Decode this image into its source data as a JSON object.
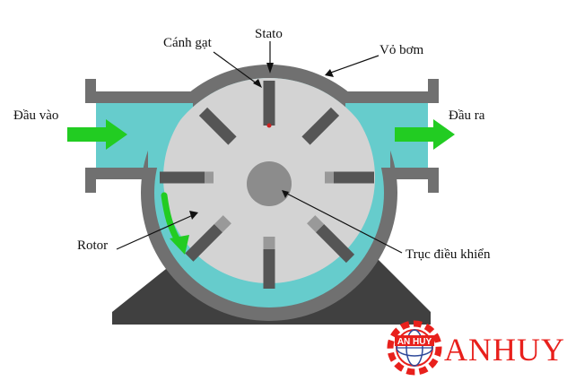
{
  "labels": {
    "stator": "Stato",
    "vane": "Cánh gạt",
    "housing": "Vỏ bơm",
    "inlet": "Đầu vào",
    "outlet": "Đầu ra",
    "rotor": "Rotor",
    "shaft": "Trục điều khiển"
  },
  "logo": {
    "text": "ANHUY",
    "emblem_text": "AN HUY"
  },
  "colors": {
    "casing": "#707070",
    "fluid": "#66cccc",
    "rotor": "#d3d3d3",
    "vane": "#555555",
    "vane_tip": "#999999",
    "shaft": "#8c8c8c",
    "base": "#404040",
    "flow_arrow": "#22cc22",
    "brand": "#e8201c"
  },
  "icons": {
    "inlet_arrow": "right-arrow-icon",
    "outlet_arrow": "right-arrow-icon",
    "flow_arrow": "curved-down-arrow-icon",
    "logo": "gear-globe-icon"
  }
}
